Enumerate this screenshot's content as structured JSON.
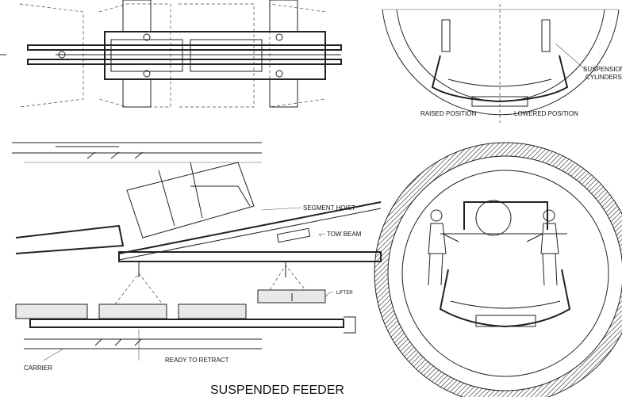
{
  "labels": {
    "suspension_cylinders_1": "SUSPENSION",
    "suspension_cylinders_2": "CYLINDERS",
    "raised_position": "RAISED POSITION",
    "lowered_position": "LOWERED POSITION",
    "segment_hoist": "SEGMENT HOIST",
    "tow_beam": "TOW BEAM",
    "lifter": "LIFTER",
    "carrier": "CARRIER",
    "ready_to_retract": "READY TO RETRACT"
  },
  "title": "SUSPENDED FEEDER"
}
